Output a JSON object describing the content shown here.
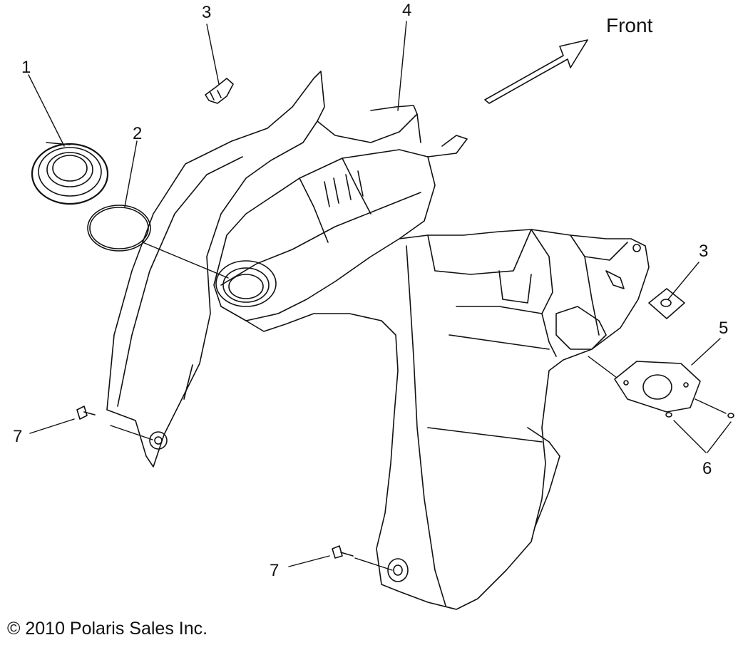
{
  "diagram": {
    "direction_label": "Front",
    "callouts": {
      "c1": "1",
      "c2": "2",
      "c3_top": "3",
      "c3_right": "3",
      "c4": "4",
      "c5": "5",
      "c6": "6",
      "c7_left": "7",
      "c7_bottom": "7"
    },
    "copyright": "© 2010 Polaris Sales Inc."
  }
}
